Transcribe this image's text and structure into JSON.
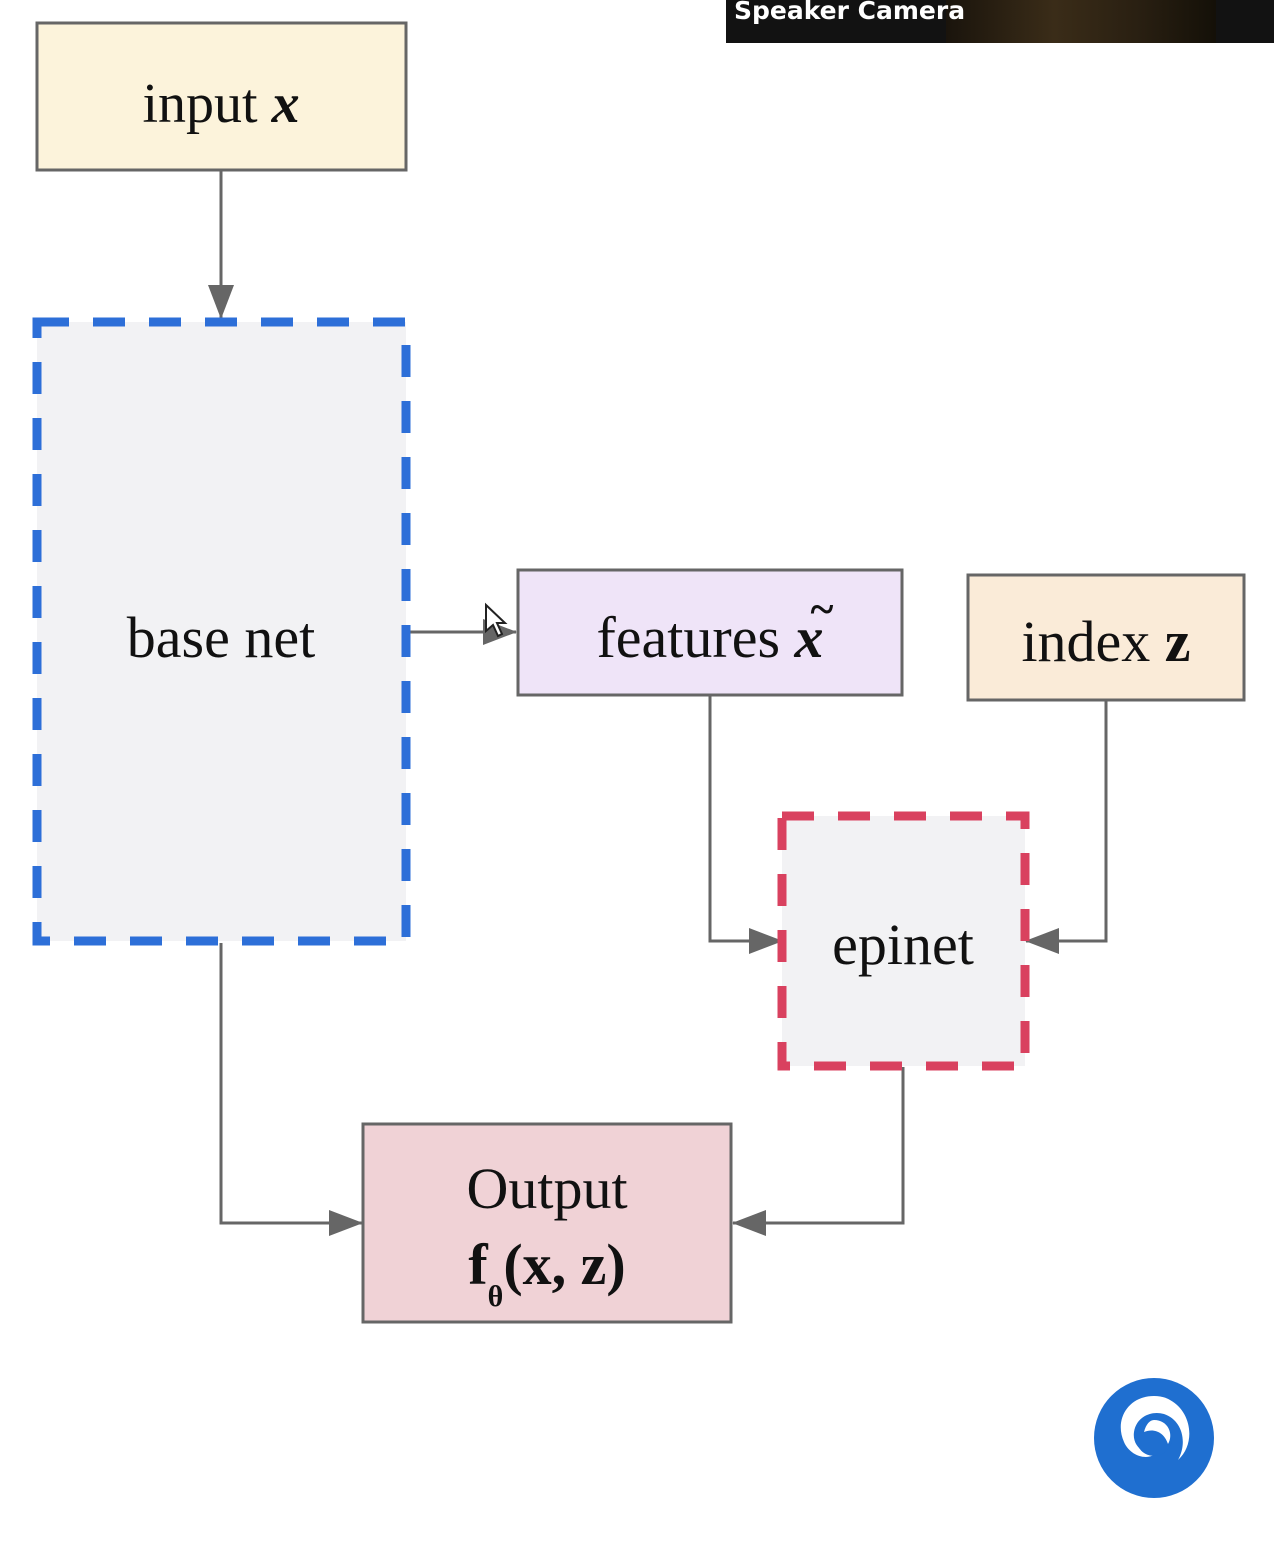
{
  "speaker_camera": {
    "label": "Speaker Camera"
  },
  "diagram": {
    "nodes": {
      "input": {
        "text": "input ",
        "var": "x"
      },
      "base_net": {
        "text": "base net"
      },
      "features": {
        "text": "features ",
        "var": "x",
        "accent": "~"
      },
      "index": {
        "text": "index ",
        "var": "z"
      },
      "epinet": {
        "text": "epinet"
      },
      "output": {
        "line1": "Output",
        "func": "f",
        "sub": "θ",
        "args": "(x, z)"
      }
    },
    "colors": {
      "input_fill": "#fcf3db",
      "base_net_fill": "#f2f2f4",
      "base_net_border": "#2d6fd8",
      "features_fill": "#efe4f8",
      "index_fill": "#faebd8",
      "epinet_fill": "#f2f2f4",
      "epinet_border": "#d9415f",
      "output_fill": "#f0d2d6",
      "logo": "#1f6fd0"
    }
  }
}
